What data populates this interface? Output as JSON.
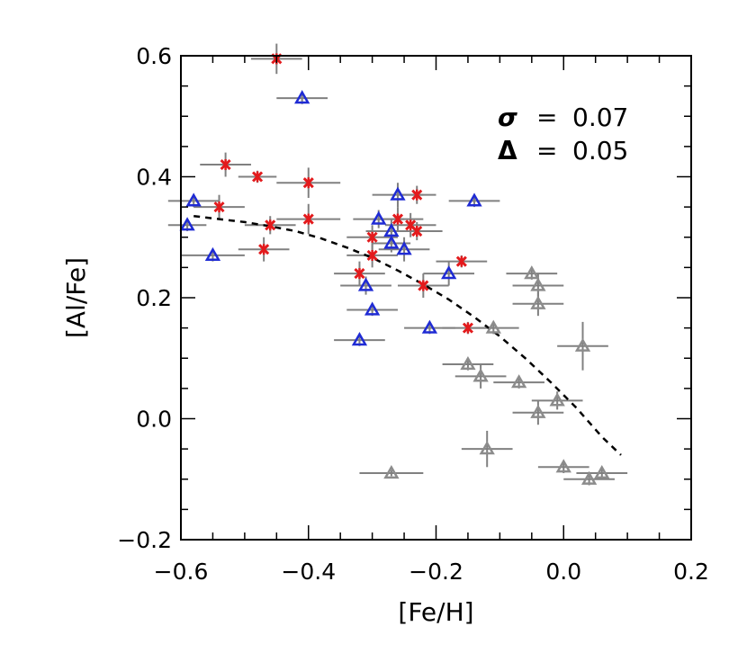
{
  "chart_data": {
    "type": "scatter",
    "xlabel": "[Fe/H]",
    "ylabel": "[Al/Fe]",
    "xlim": [
      -0.6,
      0.2
    ],
    "ylim": [
      -0.2,
      0.6
    ],
    "xticks": [
      -0.6,
      -0.4,
      -0.2,
      0.0,
      0.2
    ],
    "yticks": [
      -0.2,
      0.0,
      0.2,
      0.4,
      0.6
    ],
    "xtick_labels": [
      "−0.6",
      "−0.4",
      "−0.2",
      "0.0",
      "0.2"
    ],
    "ytick_labels": [
      "−0.2",
      "0.0",
      "0.2",
      "0.4",
      "0.6"
    ],
    "grid": false,
    "annotations": [
      {
        "symbol": "σ",
        "eq": "=",
        "value": "0.07"
      },
      {
        "symbol": "Δ",
        "eq": "=",
        "value": "0.05"
      }
    ],
    "colors": {
      "red": "#e31a1c",
      "blue": "#1f2bd4",
      "gray": "#8c8c8c",
      "errorbar": "#808080",
      "fit": "#000000"
    },
    "series": [
      {
        "marker": "x",
        "color": "red",
        "points": [
          {
            "x": -0.45,
            "y": 0.595,
            "xerr": 0.04,
            "yerr": 0.025
          },
          {
            "x": -0.53,
            "y": 0.42,
            "xerr": 0.04,
            "yerr": 0.02
          },
          {
            "x": -0.48,
            "y": 0.4,
            "xerr": 0.03,
            "yerr": 0.01
          },
          {
            "x": -0.4,
            "y": 0.39,
            "xerr": 0.05,
            "yerr": 0.025
          },
          {
            "x": -0.54,
            "y": 0.35,
            "xerr": 0.04,
            "yerr": 0.02
          },
          {
            "x": -0.46,
            "y": 0.32,
            "xerr": 0.04,
            "yerr": 0.015
          },
          {
            "x": -0.4,
            "y": 0.33,
            "xerr": 0.05,
            "yerr": 0.025
          },
          {
            "x": -0.47,
            "y": 0.28,
            "xerr": 0.04,
            "yerr": 0.02
          },
          {
            "x": -0.26,
            "y": 0.33,
            "xerr": 0.04,
            "yerr": 0.02
          },
          {
            "x": -0.24,
            "y": 0.32,
            "xerr": 0.04,
            "yerr": 0.02
          },
          {
            "x": -0.23,
            "y": 0.31,
            "xerr": 0.04,
            "yerr": 0.015
          },
          {
            "x": -0.23,
            "y": 0.37,
            "xerr": 0.03,
            "yerr": 0.015
          },
          {
            "x": -0.3,
            "y": 0.3,
            "xerr": 0.04,
            "yerr": 0.02
          },
          {
            "x": -0.3,
            "y": 0.27,
            "xerr": 0.04,
            "yerr": 0.02
          },
          {
            "x": -0.32,
            "y": 0.24,
            "xerr": 0.04,
            "yerr": 0.02
          },
          {
            "x": -0.22,
            "y": 0.22,
            "xerr": 0.04,
            "yerr": 0.02
          },
          {
            "x": -0.16,
            "y": 0.26,
            "xerr": 0.04,
            "yerr": 0.01
          },
          {
            "x": -0.15,
            "y": 0.15,
            "xerr": 0.04,
            "yerr": 0.01
          }
        ]
      },
      {
        "marker": "triangle",
        "color": "blue",
        "points": [
          {
            "x": -0.41,
            "y": 0.53,
            "xerr": 0.04,
            "yerr": 0.01
          },
          {
            "x": -0.58,
            "y": 0.36,
            "xerr": 0.04,
            "yerr": 0.01
          },
          {
            "x": -0.59,
            "y": 0.32,
            "xerr": 0.03,
            "yerr": 0.01
          },
          {
            "x": -0.55,
            "y": 0.27,
            "xerr": 0.05,
            "yerr": 0.01
          },
          {
            "x": -0.26,
            "y": 0.37,
            "xerr": 0.04,
            "yerr": 0.02
          },
          {
            "x": -0.29,
            "y": 0.33,
            "xerr": 0.04,
            "yerr": 0.015
          },
          {
            "x": -0.27,
            "y": 0.31,
            "xerr": 0.04,
            "yerr": 0.02
          },
          {
            "x": -0.27,
            "y": 0.29,
            "xerr": 0.03,
            "yerr": 0.015
          },
          {
            "x": -0.25,
            "y": 0.28,
            "xerr": 0.04,
            "yerr": 0.02
          },
          {
            "x": -0.14,
            "y": 0.36,
            "xerr": 0.04,
            "yerr": 0.01
          },
          {
            "x": -0.18,
            "y": 0.24,
            "xerr": 0.04,
            "yerr": 0.02
          },
          {
            "x": -0.31,
            "y": 0.22,
            "xerr": 0.04,
            "yerr": 0.015
          },
          {
            "x": -0.3,
            "y": 0.18,
            "xerr": 0.04,
            "yerr": 0.01
          },
          {
            "x": -0.21,
            "y": 0.15,
            "xerr": 0.04,
            "yerr": 0.01
          },
          {
            "x": -0.32,
            "y": 0.13,
            "xerr": 0.04,
            "yerr": 0.01
          }
        ]
      },
      {
        "marker": "triangle",
        "color": "gray",
        "points": [
          {
            "x": -0.05,
            "y": 0.24,
            "xerr": 0.04,
            "yerr": 0.01
          },
          {
            "x": -0.04,
            "y": 0.22,
            "xerr": 0.04,
            "yerr": 0.02
          },
          {
            "x": -0.04,
            "y": 0.19,
            "xerr": 0.04,
            "yerr": 0.02
          },
          {
            "x": -0.11,
            "y": 0.15,
            "xerr": 0.04,
            "yerr": 0.01
          },
          {
            "x": 0.03,
            "y": 0.12,
            "xerr": 0.04,
            "yerr": 0.04
          },
          {
            "x": -0.15,
            "y": 0.09,
            "xerr": 0.04,
            "yerr": 0.01
          },
          {
            "x": -0.13,
            "y": 0.07,
            "xerr": 0.04,
            "yerr": 0.02
          },
          {
            "x": -0.07,
            "y": 0.06,
            "xerr": 0.04,
            "yerr": 0.01
          },
          {
            "x": -0.01,
            "y": 0.03,
            "xerr": 0.04,
            "yerr": 0.015
          },
          {
            "x": -0.04,
            "y": 0.01,
            "xerr": 0.04,
            "yerr": 0.02
          },
          {
            "x": -0.12,
            "y": -0.05,
            "xerr": 0.04,
            "yerr": 0.03
          },
          {
            "x": -0.27,
            "y": -0.09,
            "xerr": 0.05,
            "yerr": 0.005
          },
          {
            "x": 0.0,
            "y": -0.08,
            "xerr": 0.04,
            "yerr": 0.01
          },
          {
            "x": 0.04,
            "y": -0.1,
            "xerr": 0.04,
            "yerr": 0.01
          },
          {
            "x": 0.06,
            "y": -0.09,
            "xerr": 0.04,
            "yerr": 0.01
          }
        ]
      }
    ],
    "fit_curve": {
      "style": "dashed",
      "x": [
        -0.58,
        -0.54,
        -0.5,
        -0.46,
        -0.42,
        -0.38,
        -0.34,
        -0.3,
        -0.26,
        -0.22,
        -0.18,
        -0.14,
        -0.1,
        -0.06,
        -0.02,
        0.02,
        0.06,
        0.09
      ],
      "y": [
        0.335,
        0.33,
        0.325,
        0.318,
        0.31,
        0.298,
        0.283,
        0.266,
        0.245,
        0.222,
        0.197,
        0.168,
        0.136,
        0.1,
        0.06,
        0.018,
        -0.03,
        -0.06
      ]
    }
  }
}
